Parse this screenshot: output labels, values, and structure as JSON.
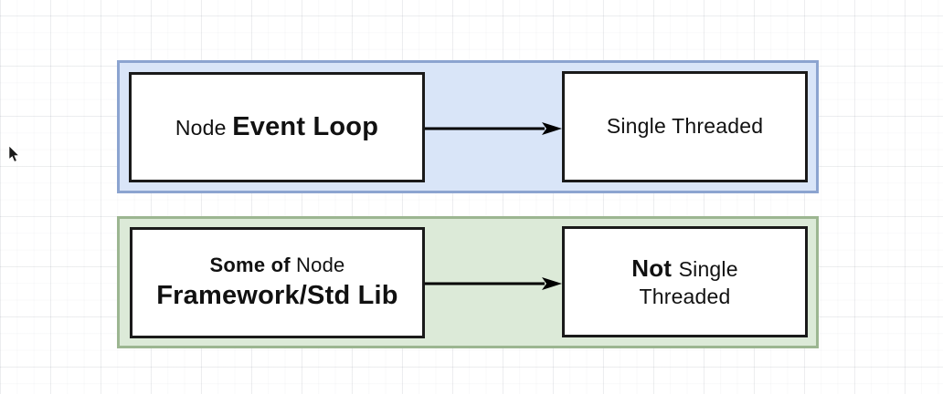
{
  "canvas": {
    "background": "#ffffff",
    "grid_major_color": "#ededf0",
    "grid_minor_color": "#f7f7f9"
  },
  "diagram": {
    "arrow_color": "#000000",
    "box_border_color": "#1a1a1a",
    "box_fill": "#ffffff",
    "groups": [
      {
        "id": "event-loop",
        "fill": "#d9e5f8",
        "border": "#8ca4d0",
        "source_box": {
          "lines": [
            [
              {
                "text": "Node ",
                "bold": false,
                "size": 23
              },
              {
                "text": "Event Loop",
                "bold": true,
                "size": 29
              }
            ]
          ]
        },
        "target_box": {
          "lines": [
            [
              {
                "text": "Single Threaded",
                "bold": false,
                "size": 23
              }
            ]
          ]
        }
      },
      {
        "id": "framework",
        "fill": "#dcead8",
        "border": "#9cb691",
        "source_box": {
          "lines": [
            [
              {
                "text": "Some of ",
                "bold": true,
                "size": 22
              },
              {
                "text": "Node",
                "bold": false,
                "size": 22
              }
            ],
            [
              {
                "text": "Framework/Std Lib",
                "bold": true,
                "size": 29
              }
            ]
          ]
        },
        "target_box": {
          "lines": [
            [
              {
                "text": "Not ",
                "bold": true,
                "size": 26
              },
              {
                "text": "Single",
                "bold": false,
                "size": 23
              }
            ],
            [
              {
                "text": "Threaded",
                "bold": false,
                "size": 23
              }
            ]
          ]
        }
      }
    ]
  }
}
